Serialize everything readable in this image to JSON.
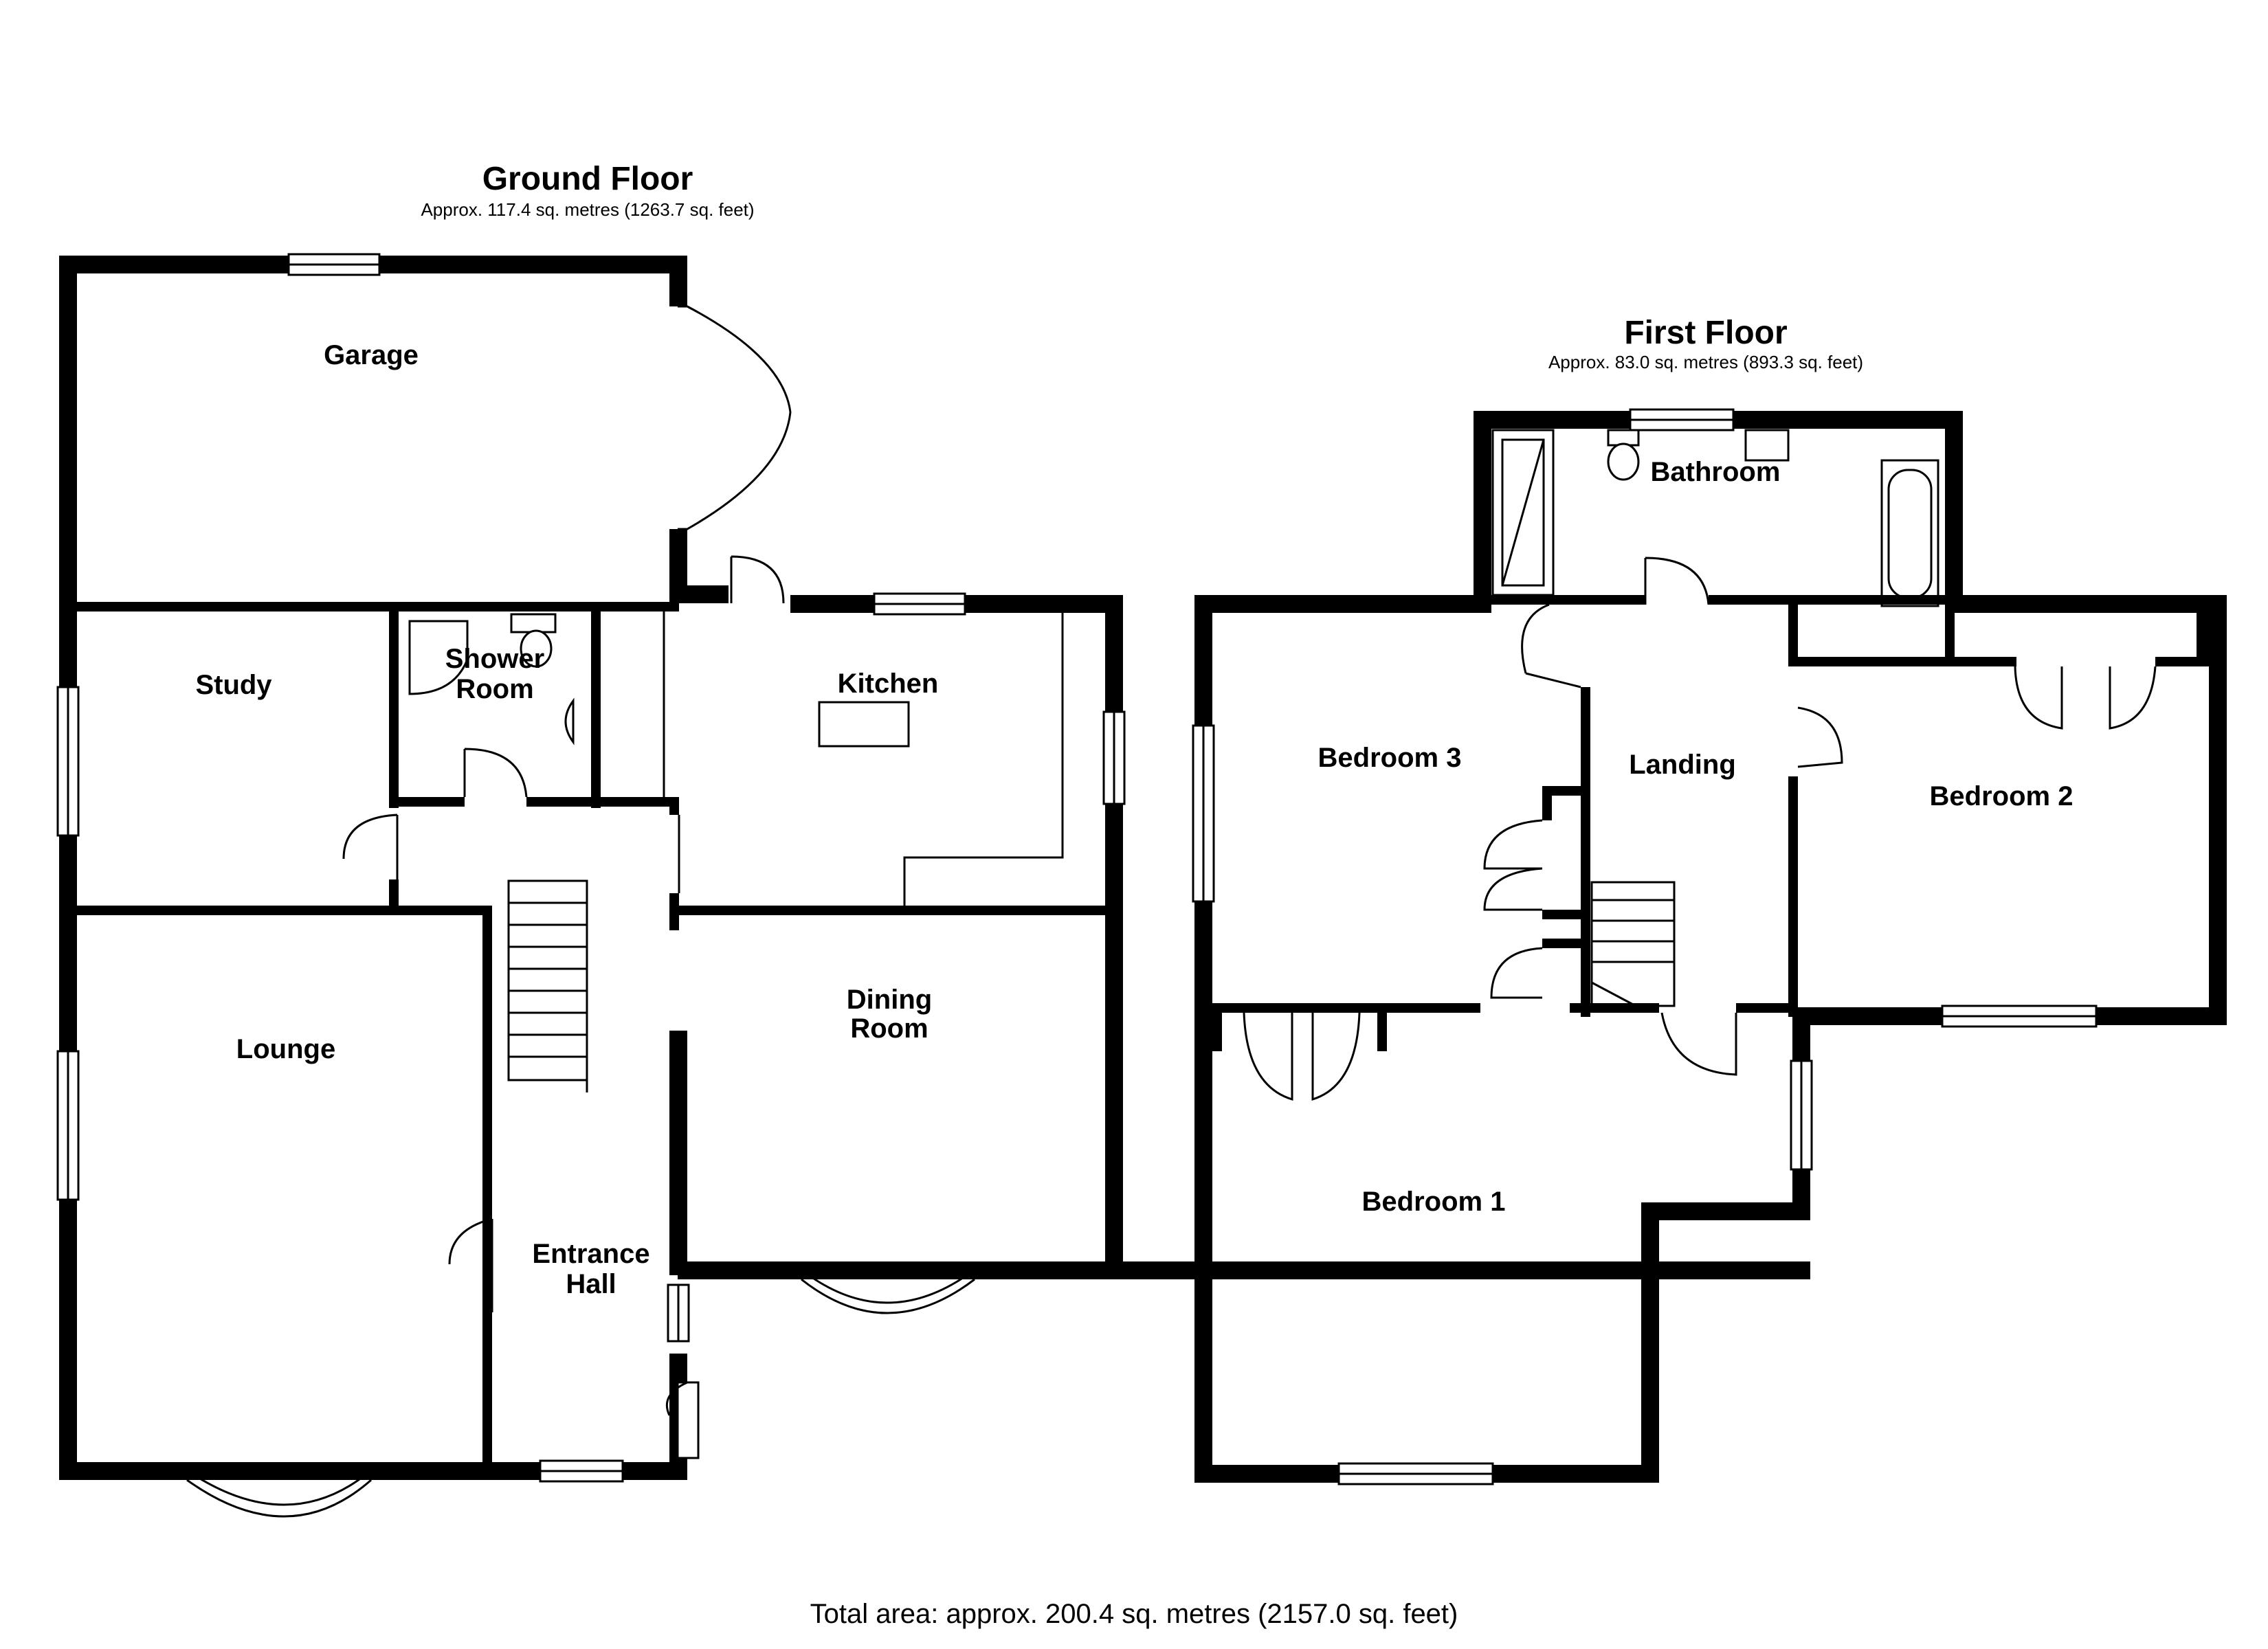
{
  "ground_floor": {
    "title": "Ground Floor",
    "area": "Approx. 117.4 sq. metres (1263.7 sq. feet)",
    "rooms": {
      "garage": "Garage",
      "study": "Study",
      "shower_room_1": "Shower",
      "shower_room_2": "Room",
      "kitchen": "Kitchen",
      "lounge": "Lounge",
      "dining_room_1": "Dining",
      "dining_room_2": "Room",
      "entrance_hall_1": "Entrance",
      "entrance_hall_2": "Hall"
    }
  },
  "first_floor": {
    "title": "First Floor",
    "area": "Approx. 83.0 sq. metres (893.3 sq. feet)",
    "rooms": {
      "bathroom": "Bathroom",
      "bedroom_3": "Bedroom 3",
      "landing": "Landing",
      "bedroom_2": "Bedroom 2",
      "bedroom_1": "Bedroom 1"
    }
  },
  "total_area": "Total area: approx. 200.4 sq. metres (2157.0 sq. feet)"
}
